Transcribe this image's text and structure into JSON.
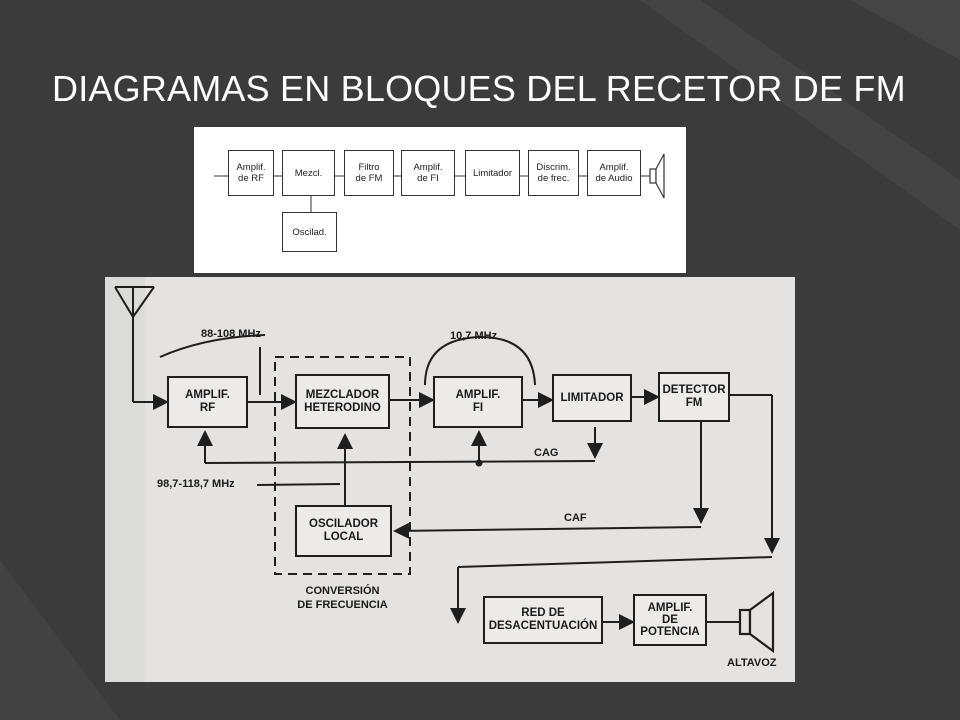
{
  "slide": {
    "title": "DIAGRAMAS EN BLOQUES DEL RECETOR DE FM"
  },
  "top_diagram": {
    "blocks": [
      {
        "id": "amp-rf",
        "label": "Amplif.\nde RF"
      },
      {
        "id": "mezcl",
        "label": "Mezcl."
      },
      {
        "id": "filtro",
        "label": "Filtro\nde FM"
      },
      {
        "id": "amp-fi",
        "label": "Amplif.\nde  FI"
      },
      {
        "id": "limitador",
        "label": "Limitador"
      },
      {
        "id": "discrim",
        "label": "Discrim.\nde frec."
      },
      {
        "id": "amp-audio",
        "label": "Amplif.\nde Audio"
      },
      {
        "id": "oscilad",
        "label": "Oscilad."
      }
    ]
  },
  "bottom_diagram": {
    "blocks": [
      {
        "id": "amplif-rf",
        "label": "AMPLIF.\nRF"
      },
      {
        "id": "mezclador",
        "label": "MEZCLADOR\nHETERODINO"
      },
      {
        "id": "amplif-fi",
        "label": "AMPLIF.\nFI"
      },
      {
        "id": "limitador",
        "label": "LIMITADOR"
      },
      {
        "id": "detector",
        "label": "DETECTOR\nFM"
      },
      {
        "id": "oscilador",
        "label": "OSCILADOR\nLOCAL"
      },
      {
        "id": "red",
        "label": "RED DE\nDESACENTUACIÓN"
      },
      {
        "id": "potencia",
        "label": "AMPLIF.\nDE\nPOTENCIA"
      }
    ],
    "labels": {
      "band_rf": "88-108 MHz",
      "band_fi": "10,7 MHz",
      "band_osc": "98,7-118,7 MHz",
      "cag": "CAG",
      "caf": "CAF",
      "conversion": "CONVERSIÓN\nDE FRECUENCIA",
      "altavoz": "ALTAVOZ"
    }
  }
}
